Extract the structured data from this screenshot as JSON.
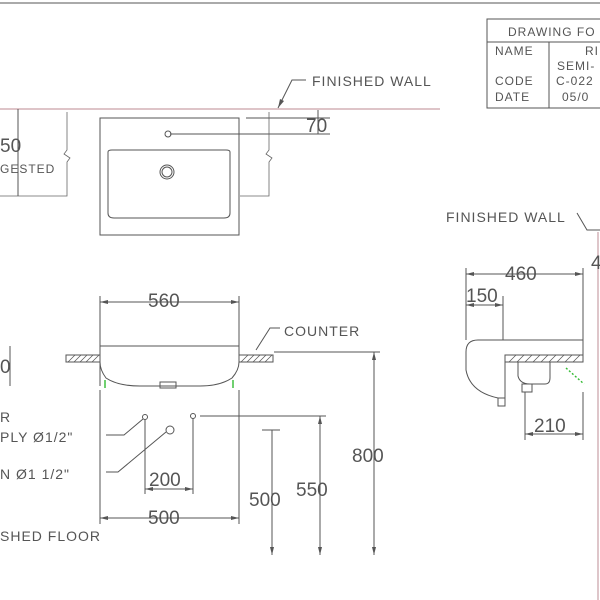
{
  "title_block": {
    "heading": "DRAWING FO",
    "rows": [
      {
        "label": "NAME",
        "value": "RI"
      },
      {
        "label": "",
        "value": "SEMI-"
      },
      {
        "label": "CODE",
        "value": "C-022"
      },
      {
        "label": "DATE",
        "value": "05/0"
      }
    ]
  },
  "labels": {
    "finished_wall_top": "FINISHED WALL",
    "finished_wall_side": "FINISHED WALL",
    "counter": "COUNTER",
    "finished_floor": "SHED FLOOR",
    "suggested": "GESTED",
    "supply_line1": "R",
    "supply_line2": "PLY Ø1/2\"",
    "drain": "N Ø1 1/2\""
  },
  "dimensions": {
    "top_left": "50",
    "top_70": "70",
    "width_560": "560",
    "left_0": "0",
    "d_200": "200",
    "d_500_h": "500",
    "d_500_v": "500",
    "d_550": "550",
    "d_800": "800",
    "side_460": "460",
    "side_150": "150",
    "side_210": "210",
    "side_4": "4"
  }
}
